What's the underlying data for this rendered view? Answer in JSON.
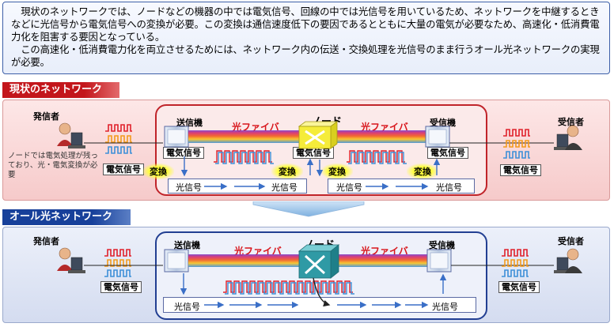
{
  "intro": {
    "paragraph1": "　現状のネットワークでは、ノードなどの機器の中では電気信号、回線の中では光信号を用いているため、ネットワークを中継するときなどに光信号から電気信号への変換が必要。この変換は通信速度低下の要因であるとともに大量の電気が必要なため、高速化・低消費電力化を阻害する要因となっている。",
    "paragraph2": "　この高速化・低消費電力化を両立させるためには、ネットワーク内の伝送・交換処理を光信号のまま行うオール光ネットワークの実現が必要。"
  },
  "current": {
    "title": "現状のネットワーク",
    "sender": "発信者",
    "receiver": "受信者",
    "transmitter": "送信機",
    "receiver_device": "受信機",
    "node": "ノード",
    "fiber_left": "光ファイバ",
    "fiber_right": "光ファイバ",
    "electric_signal": "電気信号",
    "convert": "変換",
    "optical_signal": "光信号",
    "note": "ノードでは電気処理が残っており、光・電気変換が必要"
  },
  "alloptical": {
    "title": "オール光ネットワーク",
    "sender": "発信者",
    "receiver": "受信者",
    "transmitter": "送信機",
    "receiver_device": "受信機",
    "node": "ノード",
    "fiber_left": "光ファイバ",
    "fiber_right": "光ファイバ",
    "electric_signal": "電気信号",
    "optical_signal": "光信号"
  },
  "colors": {
    "red_accent": "#c3161b",
    "blue_accent": "#17409a",
    "wave_red": "#e0202a",
    "wave_orange": "#f39a1b",
    "wave_blue": "#3d8fd8",
    "node_yellow": "#f5ec3a",
    "node_teal": "#2f9aa5"
  },
  "icons": [
    "person-at-computer-icon",
    "transmitter-icon",
    "receiver-icon",
    "node-switch-icon",
    "signal-wave-icon",
    "arrow-icon"
  ]
}
